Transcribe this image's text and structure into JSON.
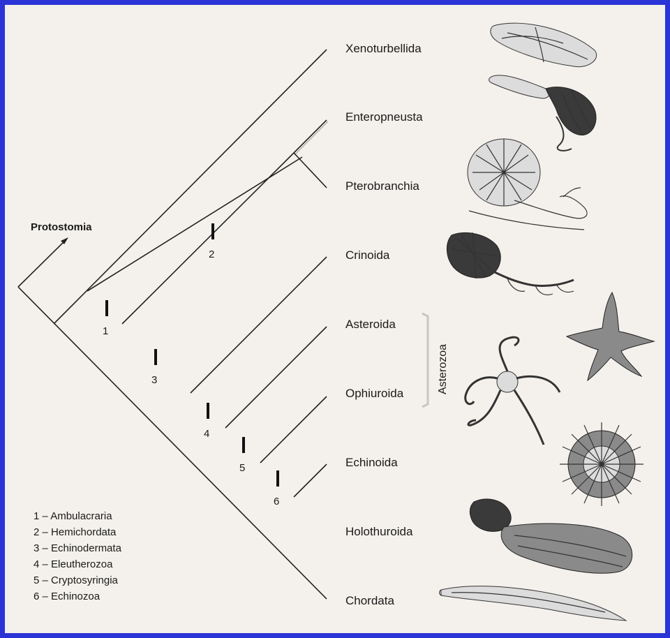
{
  "taxa": [
    "Xenoturbellida",
    "Enteropneusta",
    "Pterobranchia",
    "Crinoida",
    "Asteroida",
    "Ophiuroida",
    "Echinoida",
    "Holothuroida",
    "Chordata"
  ],
  "outgroup": "Protostomia",
  "group_label": "Asterozoa",
  "markers": [
    "1",
    "2",
    "3",
    "4",
    "5",
    "6"
  ],
  "legend": [
    "1 – Ambulacraria",
    "2 – Hemichordata",
    "3 – Echinodermata",
    "4 – Eleutherozoa",
    "5 – Cryptosyringia",
    "6 – Echinozoa"
  ],
  "illustrations": [
    "xenoturbella-icon",
    "acorn-worm-icon",
    "pterobranch-icon",
    "crinoid-icon",
    "starfish-icon",
    "brittle-star-icon",
    "sea-urchin-icon",
    "sea-cucumber-icon",
    "lancelet-icon"
  ],
  "colors": {
    "border": "#2b34d6",
    "background": "#f4f1ec",
    "bracket": "#c9c6c0"
  }
}
